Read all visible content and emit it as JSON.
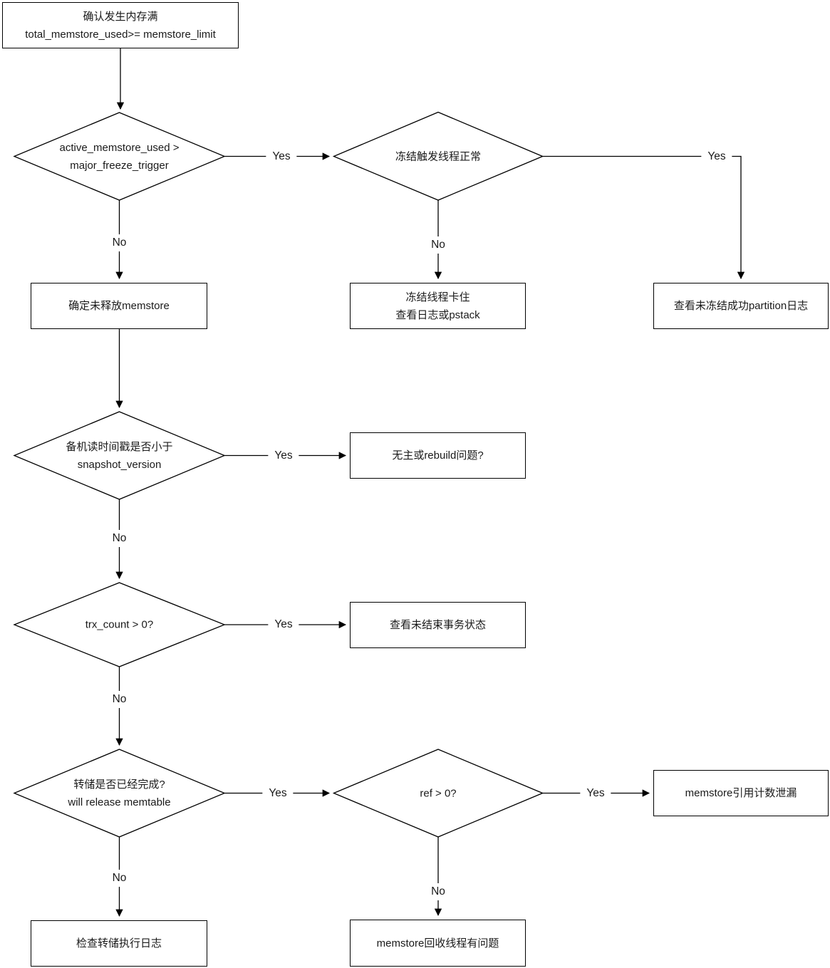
{
  "diagram_type": "flowchart",
  "colors": {
    "stroke": "#000000",
    "background": "#ffffff",
    "text": "#1a1a1a"
  },
  "labels": {
    "yes": "Yes",
    "no": "No"
  },
  "nodes": {
    "start": {
      "line1": "确认发生内存满",
      "line2": "total_memstore_used>= memstore_limit"
    },
    "check_active_memstore": {
      "line1": "active_memstore_used >",
      "line2": "major_freeze_trigger"
    },
    "check_freeze_thread": {
      "line1": "冻结触发线程正常"
    },
    "confirm_unreleased_memstore": {
      "line1": "确定未释放memstore"
    },
    "freeze_thread_stuck": {
      "line1": "冻结线程卡住",
      "line2": "查看日志或pstack"
    },
    "check_partition_log": {
      "line1": "查看未冻结成功partition日志"
    },
    "check_snapshot_version": {
      "line1": "备机读时间戳是否小于",
      "line2": "snapshot_version"
    },
    "rebuild_issue": {
      "line1": "无主或rebuild问题?"
    },
    "check_trx_count": {
      "line1": "trx_count > 0?"
    },
    "check_unfinished_trx": {
      "line1": "查看未结束事务状态"
    },
    "check_minor_freeze_done": {
      "line1": "转储是否已经完成?",
      "line2": "will release memtable"
    },
    "check_ref": {
      "line1": "ref > 0?"
    },
    "memstore_ref_leak": {
      "line1": "memstore引用计数泄漏"
    },
    "check_dump_log": {
      "line1": "检查转储执行日志"
    },
    "memstore_recycle_issue": {
      "line1": "memstore回收线程有问题"
    }
  }
}
